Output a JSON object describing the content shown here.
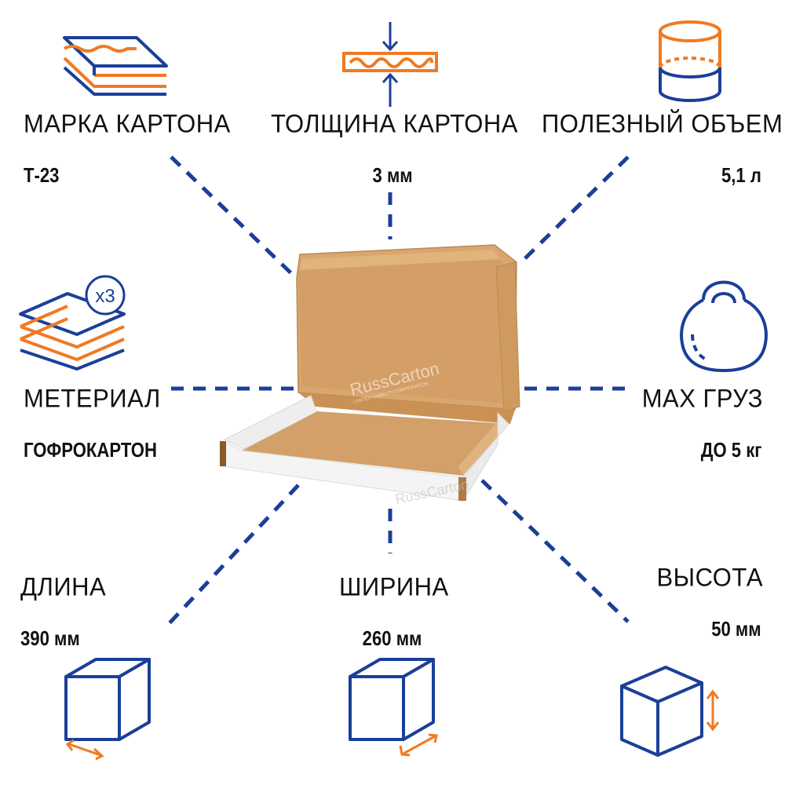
{
  "colors": {
    "blue": "#1b3f98",
    "orange": "#f07a22",
    "kraft": "#d9a66e",
    "white_box": "#f4f4f4"
  },
  "specs": {
    "grade": {
      "label": "МАРКА КАРТОНА",
      "value": "Т-23",
      "icon": "corrugated-sheets-icon"
    },
    "thickness": {
      "label": "ТОЛЩИНА КАРТОНА",
      "value": "3 мм",
      "icon": "thickness-arrows-icon"
    },
    "volume": {
      "label": "ПОЛЕЗНЫЙ ОБЪЕМ",
      "value": "5,1 л",
      "icon": "cylinder-volume-icon"
    },
    "material": {
      "label": "МЕТЕРИАЛ",
      "value": "ГОФРОКАРТОН",
      "icon": "layers-x3-icon",
      "badge": "x3"
    },
    "max_load": {
      "label": "MAX ГРУЗ",
      "value": "ДО 5 кг",
      "icon": "kettlebell-icon"
    },
    "length": {
      "label": "ДЛИНА",
      "value": "390 мм",
      "icon": "cube-length-icon"
    },
    "width": {
      "label": "ШИРИНА",
      "value": "260 мм",
      "icon": "cube-width-icon"
    },
    "height": {
      "label": "ВЫСОТА",
      "value": "50 мм",
      "icon": "cube-height-icon"
    }
  },
  "product": {
    "watermark": "RussCarton",
    "watermark_sub": "LIMITED LIABILITY CORPORATION"
  }
}
